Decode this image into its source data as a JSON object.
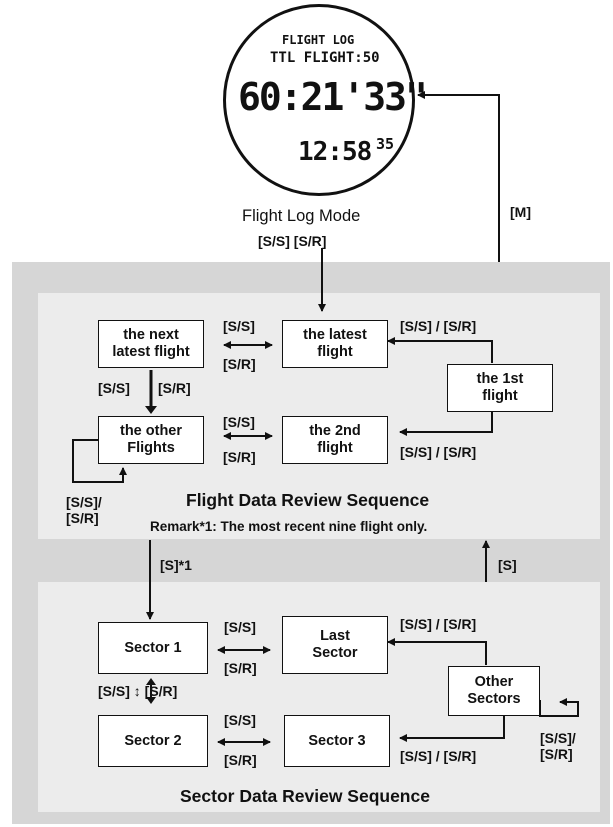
{
  "watch": {
    "line1": "FLIGHT LOG",
    "line2": "TTL FLIGHT:50",
    "main": "60:21'33\"",
    "time": "12:58",
    "seconds": "35"
  },
  "mode_label": "Flight Log Mode",
  "entry_label": "[S/S] [S/R]",
  "m_label": "[M]",
  "flight_section": {
    "title": "Flight Data Review Sequence",
    "remark": "Remark*1: The most recent nine flight only.",
    "boxes": {
      "next_latest": "the next\nlatest flight",
      "latest": "the latest\nflight",
      "first": "the 1st\nflight",
      "other": "the other\nFlights",
      "second": "the 2nd\nflight"
    },
    "labels": {
      "top_ss": "[S/S]",
      "top_sr": "[S/R]",
      "top_right": "[S/S] / [S/R]",
      "left_ss": "[S/S]",
      "left_sr": "[S/R]",
      "mid_ss": "[S/S]",
      "mid_sr": "[S/R]",
      "bottom_right": "[S/S] / [S/R]",
      "loop": "[S/S]/\n[S/R]"
    }
  },
  "link_labels": {
    "down": "[S]*1",
    "up": "[S]"
  },
  "sector_section": {
    "title": "Sector Data Review Sequence",
    "boxes": {
      "sector1": "Sector 1",
      "last": "Last\nSector",
      "other": "Other\nSectors",
      "sector2": "Sector 2",
      "sector3": "Sector 3"
    },
    "labels": {
      "top_ss": "[S/S]",
      "top_sr": "[S/R]",
      "top_right": "[S/S] / [S/R]",
      "left": "[S/S] ↕ [S/R]",
      "bottom_ss": "[S/S]",
      "bottom_sr": "[S/R]",
      "bottom_right": "[S/S] / [S/R]",
      "loop": "[S/S]/\n[S/R]"
    }
  }
}
